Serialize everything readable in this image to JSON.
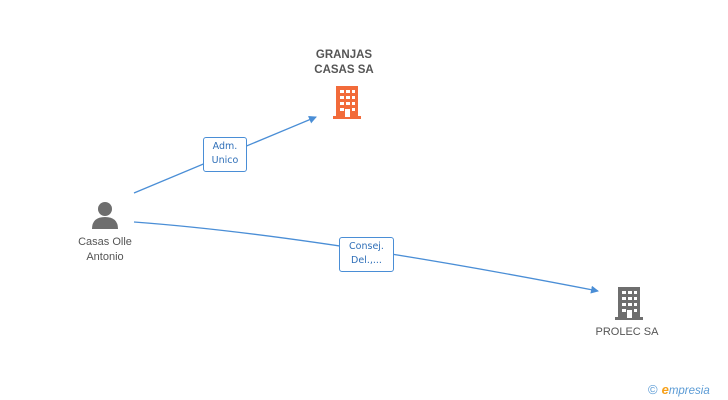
{
  "nodes": {
    "company_main": {
      "name_line1": "GRANJAS",
      "name_line2": "CASAS SA",
      "icon": "building-icon",
      "color": "#f26b3a"
    },
    "person": {
      "name_line1": "Casas Olle",
      "name_line2": "Antonio",
      "icon": "person-icon",
      "color": "#6e6e6e"
    },
    "company_other": {
      "name": "PROLEC SA",
      "icon": "building-icon",
      "color": "#6e6e6e"
    }
  },
  "edges": [
    {
      "from": "person",
      "to": "company_main",
      "label_line1": "Adm.",
      "label_line2": "Unico"
    },
    {
      "from": "person",
      "to": "company_other",
      "label_line1": "Consej.",
      "label_line2": "Del.,..."
    }
  ],
  "edge_color": "#4a8ed6",
  "brand": {
    "copyright": "©",
    "initial": "e",
    "rest": "mpresia"
  }
}
